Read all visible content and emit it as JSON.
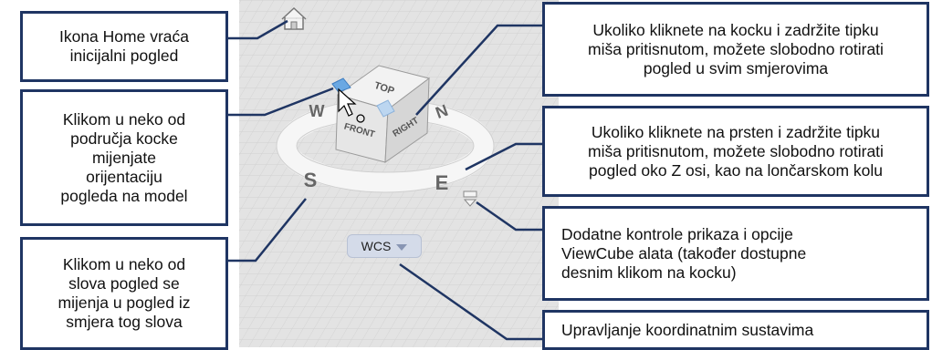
{
  "callouts": {
    "home": "Ikona Home vraća\ninicijalni pogled",
    "cube_regions": "Klikom u neko od\npodručja kocke\nmijenjate\norijentaciju\npogleda na model",
    "letters": "Klikom u neko od\nslova pogled se\nmijenja u pogled iz\nsmjera tog slova",
    "rotate_cube": "Ukoliko kliknete na kocku i zadržite tipku\nmiša pritisnutom, možete slobodno rotirati\npogled u svim smjerovima",
    "rotate_ring": "Ukoliko kliknete na prsten i zadržite tipku\nmiša pritisnutom, možete slobodno rotirati\npogled oko Z osi, kao na lončarskom kolu",
    "extra_controls": "Dodatne kontrole prikaza i opcije\nViewCube alata (također dostupne\ndesnim klikom na kocku)",
    "ucs": "Upravljanje koordinatnim sustavima"
  },
  "viewcube": {
    "faces": {
      "top": "TOP",
      "front": "FRONT",
      "right": "RIGHT"
    },
    "compass": {
      "west": "W",
      "south": "S",
      "east": "E",
      "north": "N"
    },
    "wcs_label": "WCS"
  },
  "icons": [
    "home-icon",
    "cursor-icon",
    "menu-arrow-icon",
    "dropdown-arrow-icon"
  ],
  "colors": {
    "border": "#1f3563",
    "background": "#e3e3e3",
    "highlight": "#5b9bd5"
  }
}
